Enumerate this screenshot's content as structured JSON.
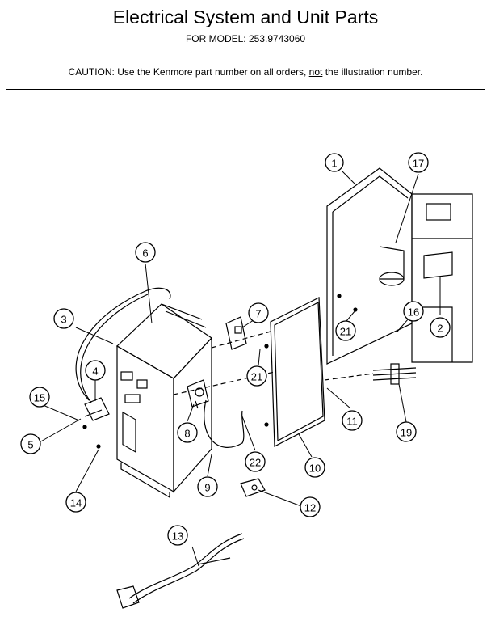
{
  "header": {
    "title": "Electrical System and Unit Parts",
    "model_label": "FOR MODEL:",
    "model_number": "253.9743060",
    "caution_prefix": "CAUTION:  Use the Kenmore part number on all orders, ",
    "caution_emphasis": "not",
    "caution_suffix": " the illustration number."
  },
  "callouts": [
    {
      "id": "c1",
      "label": "1"
    },
    {
      "id": "c2",
      "label": "2"
    },
    {
      "id": "c3",
      "label": "3"
    },
    {
      "id": "c4",
      "label": "4"
    },
    {
      "id": "c5",
      "label": "5"
    },
    {
      "id": "c6",
      "label": "6"
    },
    {
      "id": "c7",
      "label": "7"
    },
    {
      "id": "c8",
      "label": "8"
    },
    {
      "id": "c9",
      "label": "9"
    },
    {
      "id": "c10",
      "label": "10"
    },
    {
      "id": "c11",
      "label": "11"
    },
    {
      "id": "c12",
      "label": "12"
    },
    {
      "id": "c13",
      "label": "13"
    },
    {
      "id": "c14",
      "label": "14"
    },
    {
      "id": "c15",
      "label": "15"
    },
    {
      "id": "c16",
      "label": "16"
    },
    {
      "id": "c17",
      "label": "17"
    },
    {
      "id": "c19",
      "label": "19"
    },
    {
      "id": "c21a",
      "label": "21"
    },
    {
      "id": "c21b",
      "label": "21"
    },
    {
      "id": "c22",
      "label": "22"
    }
  ]
}
